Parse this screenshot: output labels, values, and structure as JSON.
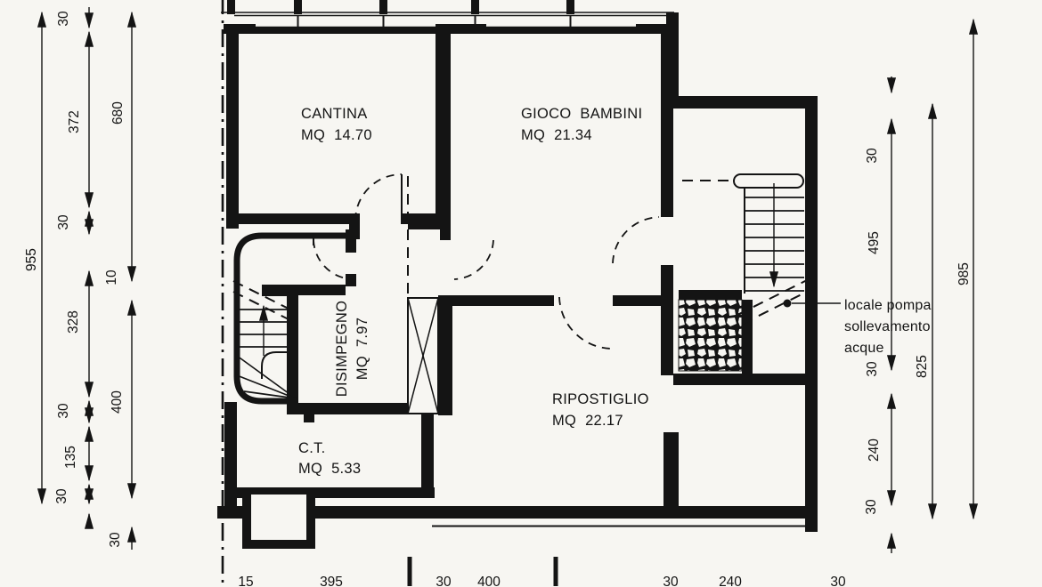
{
  "rooms": {
    "cantina": {
      "name": "CANTINA",
      "area": "MQ 14.70"
    },
    "gioco": {
      "name": "GIOCO BAMBINI",
      "area": "MQ 21.34"
    },
    "disimpegno": {
      "name": "DISIMPEGNO",
      "area": "MQ 7.97"
    },
    "ripostiglio": {
      "name": "RIPOSTIGLIO",
      "area": "MQ 22.17"
    },
    "ct": {
      "name": "C.T.",
      "area": "MQ 5.33"
    }
  },
  "annotation": {
    "line1": "locale pompa",
    "line2": "sollevamento",
    "line3": "acque"
  },
  "dims": {
    "left": [
      {
        "v": "955"
      },
      {
        "v": "30"
      },
      {
        "v": "372"
      },
      {
        "v": "680"
      },
      {
        "v": "30"
      },
      {
        "v": "10"
      },
      {
        "v": "328"
      },
      {
        "v": "400"
      },
      {
        "v": "30"
      },
      {
        "v": "135"
      },
      {
        "v": "30"
      },
      {
        "v": "30"
      }
    ],
    "right": [
      {
        "v": "30"
      },
      {
        "v": "495"
      },
      {
        "v": "985"
      },
      {
        "v": "825"
      },
      {
        "v": "30"
      },
      {
        "v": "240"
      },
      {
        "v": "30"
      }
    ],
    "bottom": [
      {
        "v": "15"
      },
      {
        "v": "395"
      },
      {
        "v": "30"
      },
      {
        "v": "400"
      },
      {
        "v": "30"
      },
      {
        "v": "240"
      },
      {
        "v": "30"
      }
    ]
  },
  "colors": {
    "ink": "#141414",
    "paper": "#f7f6f2"
  }
}
